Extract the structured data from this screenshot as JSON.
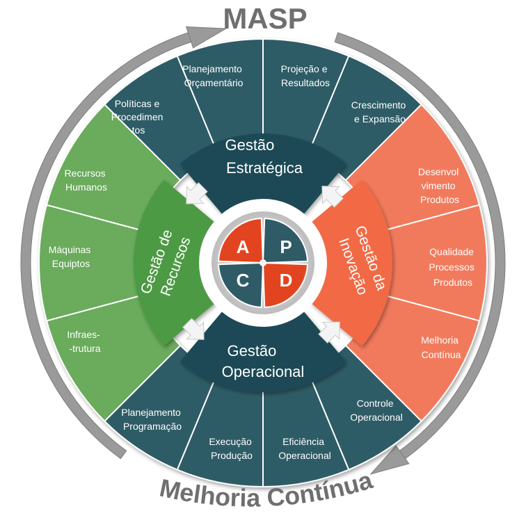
{
  "title": "MASP",
  "bottom_title": "Melhoria Contínua",
  "colors": {
    "teal": "#2e5b66",
    "teal_dark": "#1f4a55",
    "green": "#6aab5c",
    "green_dark": "#4e9a44",
    "orange": "#f27a5c",
    "orange_dark": "#f26a44",
    "gray": "#9a9a9a",
    "pdca_red": "#e2441f"
  },
  "outer_segments": {
    "planejamento_orcamentario": [
      "Planejamento",
      "Orçamentário"
    ],
    "projecao_resultados": [
      "Projeção e",
      "Resultados"
    ],
    "crescimento_expansao": [
      "Crescimento",
      "e Expansão"
    ],
    "politicas_procedimentos": [
      "Políticas e",
      "Procedimen",
      "tos"
    ],
    "desenvolvimento_produtos": [
      "Desenvol",
      "vimento",
      "Produtos"
    ],
    "qualidade_processos": [
      "Qualidade",
      "Processos",
      "Produtos"
    ],
    "melhoria_continua": [
      "Melhoria",
      "Contínua"
    ],
    "recursos_humanos": [
      "Recursos",
      "Humanos"
    ],
    "maquinas_equiptos": [
      "Máquinas",
      "Equiptos"
    ],
    "infraestrutura": [
      "Infraes-",
      "-trutura"
    ],
    "planejamento_programacao": [
      "Planejamento",
      "Programação"
    ],
    "execucao_producao": [
      "Execução",
      "Produção"
    ],
    "eficiencia_operacional": [
      "Eficiência",
      "Operacional"
    ],
    "controle_operacional": [
      "Controle",
      "Operacional"
    ]
  },
  "inner_ring": {
    "estrategica": [
      "Gestão",
      "Estratégica"
    ],
    "operacional": [
      "Gestão",
      "Operacional"
    ],
    "recursos": [
      "Gestão de",
      "Recursos"
    ],
    "inovacao": [
      "Gestão da",
      "Inovação"
    ]
  },
  "pdca": {
    "a": "A",
    "p": "P",
    "c": "C",
    "d": "D"
  },
  "icons": [
    "curved-arrow-icon",
    "block-arrow-icon"
  ]
}
